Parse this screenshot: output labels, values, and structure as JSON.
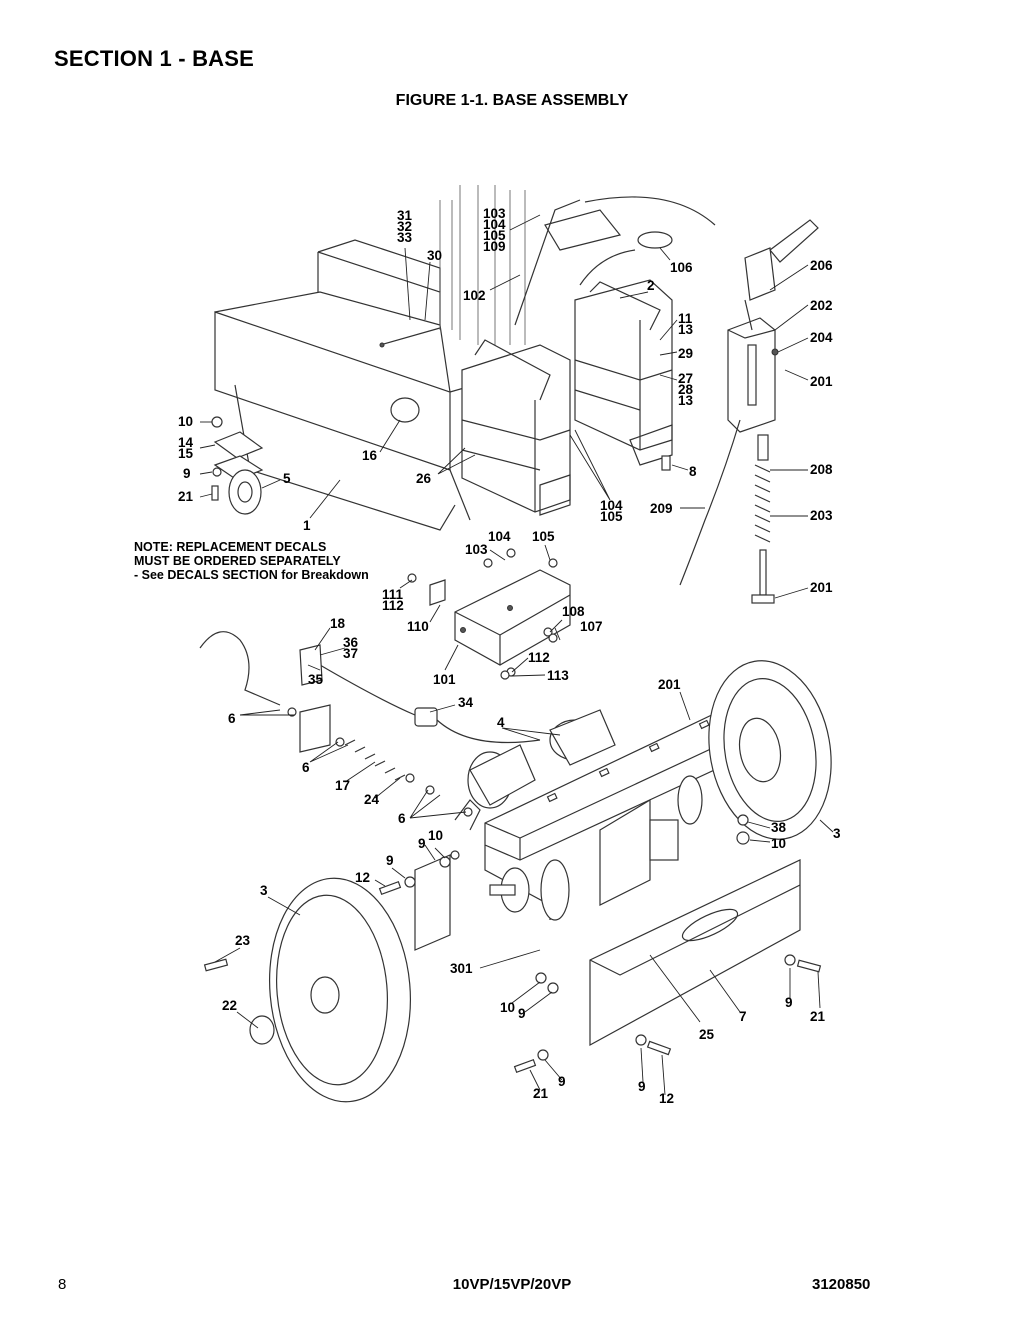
{
  "header": {
    "section_title": "SECTION 1 - BASE",
    "figure_title": "FIGURE 1-1. BASE ASSEMBLY"
  },
  "note": {
    "line1": "NOTE: REPLACEMENT DECALS",
    "line2": "MUST BE ORDERED SEPARATELY",
    "line3": "- See DECALS SECTION for Breakdown"
  },
  "footer": {
    "page_number": "8",
    "model": "10VP/15VP/20VP",
    "doc_number": "3120850"
  },
  "callouts": [
    {
      "id": "c-31-33",
      "lines": [
        "31",
        "32",
        "33"
      ]
    },
    {
      "id": "c-30",
      "lines": [
        "30"
      ]
    },
    {
      "id": "c-103-109",
      "lines": [
        "103",
        "104",
        "105",
        "109"
      ]
    },
    {
      "id": "c-106",
      "lines": [
        "106"
      ]
    },
    {
      "id": "c-102",
      "lines": [
        "102"
      ]
    },
    {
      "id": "c-2",
      "lines": [
        "2"
      ]
    },
    {
      "id": "c-11-13",
      "lines": [
        "11",
        "13"
      ]
    },
    {
      "id": "c-29",
      "lines": [
        "29"
      ]
    },
    {
      "id": "c-27-13",
      "lines": [
        "27",
        "28",
        "13"
      ]
    },
    {
      "id": "c-206",
      "lines": [
        "206"
      ]
    },
    {
      "id": "c-202",
      "lines": [
        "202"
      ]
    },
    {
      "id": "c-204",
      "lines": [
        "204"
      ]
    },
    {
      "id": "c-201a",
      "lines": [
        "201"
      ]
    },
    {
      "id": "c-208",
      "lines": [
        "208"
      ]
    },
    {
      "id": "c-203",
      "lines": [
        "203"
      ]
    },
    {
      "id": "c-201b",
      "lines": [
        "201"
      ]
    },
    {
      "id": "c-209",
      "lines": [
        "209"
      ]
    },
    {
      "id": "c-10a",
      "lines": [
        "10"
      ]
    },
    {
      "id": "c-14-15",
      "lines": [
        "14",
        "15"
      ]
    },
    {
      "id": "c-9a",
      "lines": [
        "9"
      ]
    },
    {
      "id": "c-21a",
      "lines": [
        "21"
      ]
    },
    {
      "id": "c-5",
      "lines": [
        "5"
      ]
    },
    {
      "id": "c-16",
      "lines": [
        "16"
      ]
    },
    {
      "id": "c-26",
      "lines": [
        "26"
      ]
    },
    {
      "id": "c-8",
      "lines": [
        "8"
      ]
    },
    {
      "id": "c-104-105",
      "lines": [
        "104",
        "105"
      ]
    },
    {
      "id": "c-1",
      "lines": [
        "1"
      ]
    },
    {
      "id": "c-104b",
      "lines": [
        "104"
      ]
    },
    {
      "id": "c-105b",
      "lines": [
        "105"
      ]
    },
    {
      "id": "c-103b",
      "lines": [
        "103"
      ]
    },
    {
      "id": "c-111-112",
      "lines": [
        "111",
        "112"
      ]
    },
    {
      "id": "c-110",
      "lines": [
        "110"
      ]
    },
    {
      "id": "c-108",
      "lines": [
        "108"
      ]
    },
    {
      "id": "c-107",
      "lines": [
        "107"
      ]
    },
    {
      "id": "c-18",
      "lines": [
        "18"
      ]
    },
    {
      "id": "c-36-37",
      "lines": [
        "36",
        "37"
      ]
    },
    {
      "id": "c-35",
      "lines": [
        "35"
      ]
    },
    {
      "id": "c-101",
      "lines": [
        "101"
      ]
    },
    {
      "id": "c-112b",
      "lines": [
        "112"
      ]
    },
    {
      "id": "c-113",
      "lines": [
        "113"
      ]
    },
    {
      "id": "c-201c",
      "lines": [
        "201"
      ]
    },
    {
      "id": "c-34",
      "lines": [
        "34"
      ]
    },
    {
      "id": "c-6a",
      "lines": [
        "6"
      ]
    },
    {
      "id": "c-4",
      "lines": [
        "4"
      ]
    },
    {
      "id": "c-6b",
      "lines": [
        "6"
      ]
    },
    {
      "id": "c-17",
      "lines": [
        "17"
      ]
    },
    {
      "id": "c-24",
      "lines": [
        "24"
      ]
    },
    {
      "id": "c-6c",
      "lines": [
        "6"
      ]
    },
    {
      "id": "c-38",
      "lines": [
        "38"
      ]
    },
    {
      "id": "c-10b",
      "lines": [
        "10"
      ]
    },
    {
      "id": "c-3a",
      "lines": [
        "3"
      ]
    },
    {
      "id": "c-9b",
      "lines": [
        "9"
      ]
    },
    {
      "id": "c-10c",
      "lines": [
        "10"
      ]
    },
    {
      "id": "c-9c",
      "lines": [
        "9"
      ]
    },
    {
      "id": "c-12a",
      "lines": [
        "12"
      ]
    },
    {
      "id": "c-3b",
      "lines": [
        "3"
      ]
    },
    {
      "id": "c-23",
      "lines": [
        "23"
      ]
    },
    {
      "id": "c-301",
      "lines": [
        "301"
      ]
    },
    {
      "id": "c-22",
      "lines": [
        "22"
      ]
    },
    {
      "id": "c-10d",
      "lines": [
        "10"
      ]
    },
    {
      "id": "c-9d",
      "lines": [
        "9"
      ]
    },
    {
      "id": "c-25",
      "lines": [
        "25"
      ]
    },
    {
      "id": "c-7",
      "lines": [
        "7"
      ]
    },
    {
      "id": "c-9e",
      "lines": [
        "9"
      ]
    },
    {
      "id": "c-21b",
      "lines": [
        "21"
      ]
    },
    {
      "id": "c-21c",
      "lines": [
        "21"
      ]
    },
    {
      "id": "c-9f",
      "lines": [
        "9"
      ]
    },
    {
      "id": "c-9g",
      "lines": [
        "9"
      ]
    },
    {
      "id": "c-12b",
      "lines": [
        "12"
      ]
    }
  ]
}
